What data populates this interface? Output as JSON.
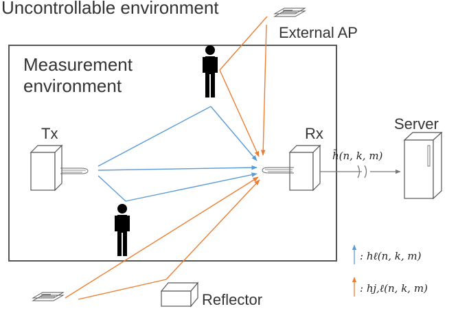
{
  "labels": {
    "uncontrollable": "Uncontrollable environment",
    "external_ap": "External AP",
    "measurement_line1": "Measurement",
    "measurement_line2": "environment",
    "tx": "Tx",
    "rx": "Rx",
    "server": "Server",
    "reflector": "Reflector",
    "channel": "h̃(n, k, m)"
  },
  "legend": {
    "desired": ": hℓ(n, k, m)",
    "interference": ": hj,ℓ(n, k, m)"
  },
  "colors": {
    "desired_path": "#5b9bd5",
    "interference_path": "#ed7d31",
    "border": "#555555",
    "person": "#000000"
  },
  "icons": {
    "person": "person-icon",
    "router": "router-icon",
    "server": "server-tower-icon",
    "access_point": "access-point-icon",
    "reflector": "reflector-box-icon"
  }
}
